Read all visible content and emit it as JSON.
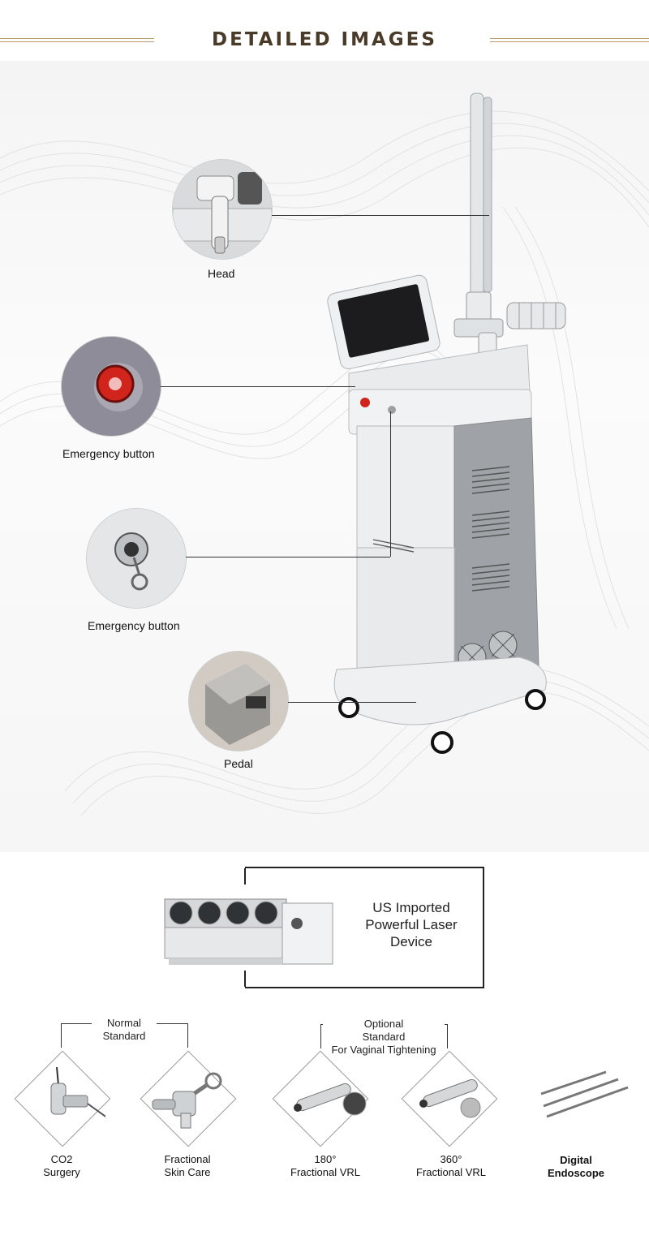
{
  "header": {
    "title": "DETAILED IMAGES"
  },
  "callouts": [
    {
      "label": "Head"
    },
    {
      "label": "Emergency button"
    },
    {
      "label": "Emergency button"
    },
    {
      "label": "Pedal"
    }
  ],
  "laser": {
    "line1": "US Imported",
    "line2": "Powerful Laser",
    "line3": "Device"
  },
  "groups": {
    "normal": {
      "line1": "Normal",
      "line2": "Standard"
    },
    "optional": {
      "line1": "Optional",
      "line2": "Standard",
      "line3": "For Vaginal Tightening"
    }
  },
  "accessories": [
    {
      "line1": "CO2",
      "line2": "Surgery"
    },
    {
      "line1": "Fractional",
      "line2": "Skin Care"
    },
    {
      "line1": "180°",
      "line2": "Fractional VRL"
    },
    {
      "line1": "360°",
      "line2": "Fractional VRL"
    },
    {
      "line1": "Digital",
      "line2": "Endoscope"
    }
  ],
  "colors": {
    "title": "#4a3a28",
    "rule": "#b89b6a",
    "button_red": "#d0241c"
  }
}
